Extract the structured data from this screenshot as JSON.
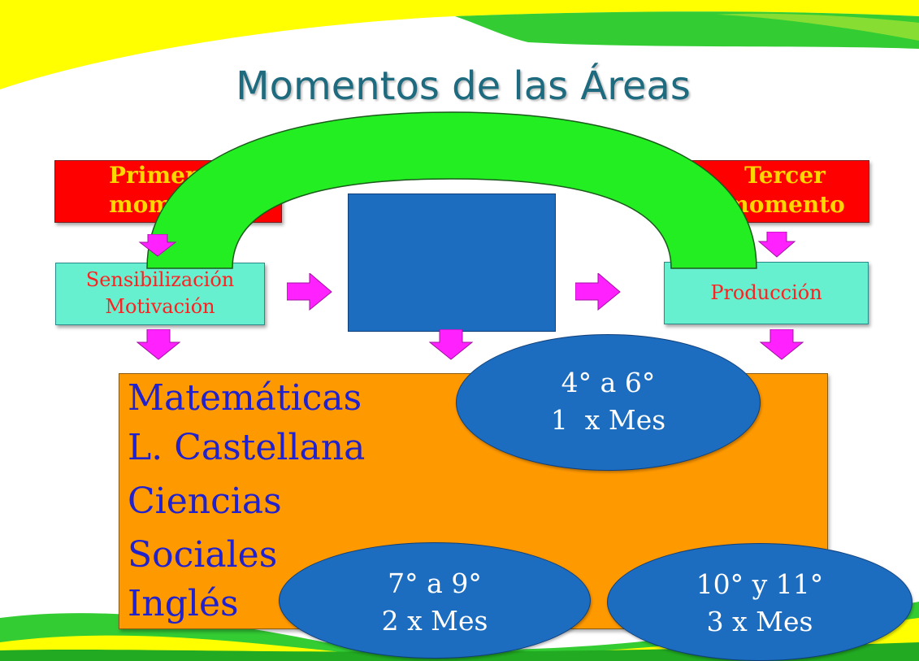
{
  "title": "Momentos de las Áreas",
  "moments": {
    "first": "Primer momento",
    "third": "Tercer momento"
  },
  "stages": {
    "first": [
      "Sensibilización",
      "Motivación"
    ],
    "third": "Producción"
  },
  "subjects": [
    "Matemáticas",
    "L. Castellana",
    "Ciencias",
    "Sociales",
    "Inglés"
  ],
  "frequencies": [
    {
      "grades": "4° a 6°",
      "rate": "1  x Mes"
    },
    {
      "grades": "7° a 9°",
      "rate": "2 x Mes"
    },
    {
      "grades": "10° y 11°",
      "rate": "3 x Mes"
    }
  ],
  "colors": {
    "title": "#1e6a7e",
    "moment_box": "#ff0000",
    "moment_text": "#ffd700",
    "stage_box": "#66f0d0",
    "stage_text": "#ff2020",
    "center_block": "#1c6dc0",
    "arch": "#22ee22",
    "subjects_box": "#ff9900",
    "subjects_text": "#2222cc",
    "ellipse": "#1c6dc0",
    "arrow": "#ff22ff"
  }
}
